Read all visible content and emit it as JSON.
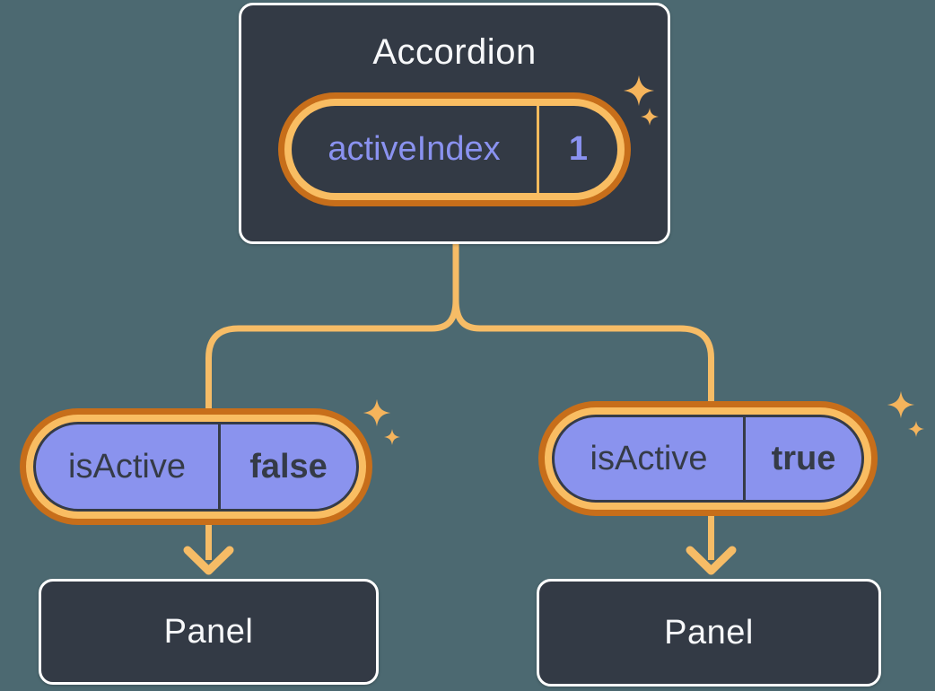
{
  "background_color": "#4C6971",
  "colors": {
    "card_fill": "#333A45",
    "card_border": "#FFFFFF",
    "ring_outer_orange": "#C76E1A",
    "ring_inner_orange": "#F9BD62",
    "connector_orange": "#F6BC66",
    "pill_purple_fill": "#8A93EE",
    "text_light": "#F7F8FA",
    "text_dark": "#353B47",
    "text_purple": "#8A92F0",
    "sparkle": "#F5B45C"
  },
  "accordion": {
    "title": "Accordion",
    "state_name": "activeIndex",
    "state_value": "1"
  },
  "children": [
    {
      "prop_name": "isActive",
      "prop_value": "false",
      "panel_title": "Panel"
    },
    {
      "prop_name": "isActive",
      "prop_value": "true",
      "panel_title": "Panel"
    }
  ]
}
